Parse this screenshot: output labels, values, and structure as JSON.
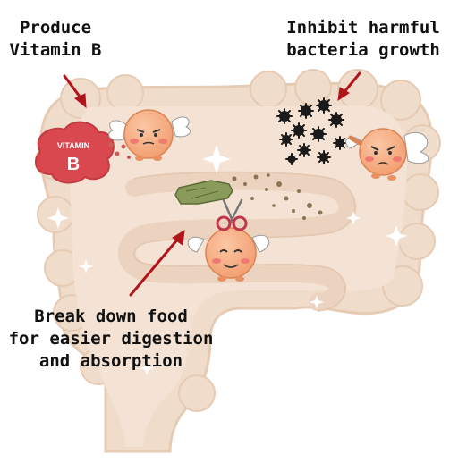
{
  "labels": {
    "vitamin_b": {
      "line1": "Produce",
      "line2": "Vitamin B"
    },
    "bacteria": {
      "line1": "Inhibit harmful",
      "line2": "bacteria growth"
    },
    "food": {
      "line1": "Break down food",
      "line2": "for easier digestion",
      "line3": "and absorption"
    }
  },
  "badge": {
    "line1": "VITAMIN",
    "line2": "B"
  },
  "colors": {
    "intestine": "#f0dccb",
    "intestine_edge": "#e6cbb4",
    "arrow": "#b3141c",
    "badge": "#d9484f",
    "character": "#f6a77d",
    "cheek": "#ef7a72",
    "germ": "#1a1a1a",
    "food": "#8a9a5b"
  }
}
